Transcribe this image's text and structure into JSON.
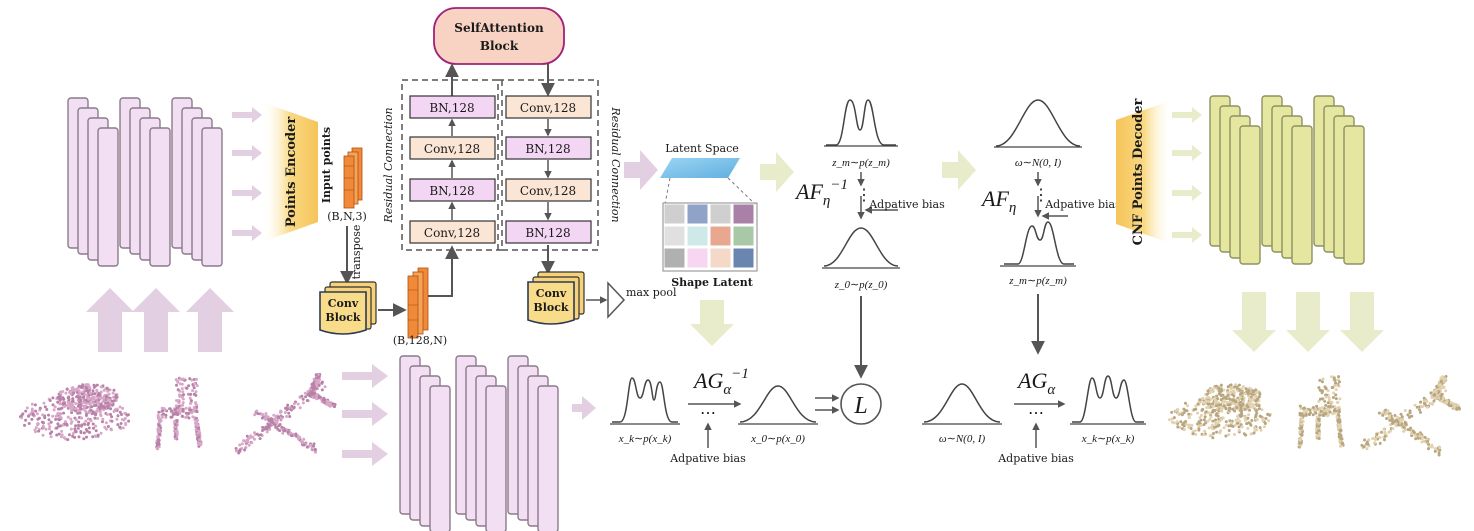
{
  "encoder_block": {
    "label": "Points Encoder"
  },
  "decoder_block": {
    "label": "CNF Points Decoder"
  },
  "input_points": {
    "title": "Input points",
    "shape": "(B,N,3)",
    "transpose": "transpose"
  },
  "conv_block_left": {
    "label_line1": "Conv",
    "label_line2": "Block",
    "shape": "(B,128,N)"
  },
  "conv_block_right": {
    "label_line1": "Conv",
    "label_line2": "Block",
    "pool": "max pool"
  },
  "self_attention": {
    "line1": "SelfAttention",
    "line2": "Block"
  },
  "residual_left": "Residual Connection",
  "residual_right": "Residual Connection",
  "left_stack": [
    "BN,128",
    "Conv,128",
    "BN,128",
    "Conv,128"
  ],
  "right_stack": [
    "Conv,128",
    "BN,128",
    "Conv,128",
    "BN,128"
  ],
  "latent": {
    "space_label": "Latent Space",
    "shape_label": "Shape Latent"
  },
  "flow_inverse": {
    "op": "AF",
    "sub": "η",
    "sup": "−1",
    "top_dist": "z_m∼p(z_m)",
    "bottom_dist": "z_0∼p(z_0)",
    "bias": "Adpative bias"
  },
  "flow_forward": {
    "op": "AF",
    "sub": "η",
    "top_dist": "ω∼N(0, I)",
    "bottom_dist": "z_m∼p(z_m)",
    "bias": "Adpative bias"
  },
  "ag_inverse": {
    "op": "AG",
    "sub": "α",
    "sup": "−1",
    "left_dist": "x_k∼p(x_k)",
    "right_dist": "x_0∼p(x_0)",
    "bias": "Adpative bias"
  },
  "ag_forward": {
    "op": "AG",
    "sub": "α",
    "left_dist": "ω∼N(0, I)",
    "right_dist": "x_k∼p(x_k)",
    "bias": "Adpative bias"
  },
  "loss": "L",
  "ellipsis": "⋯",
  "colors": {
    "purple_block": "#f3dff3",
    "purple_border": "#8a7a8a",
    "yellow_block": "#e5e6a0",
    "yellow_border": "#8f9160",
    "orange_grad": "#f6d27a",
    "attention_fill": "#f8d3c3",
    "attention_border": "#a0207a",
    "bn_fill": "#f3d6f3",
    "conv_fill": "#fbe6d6",
    "arrow_purple": "#e2cfe2",
    "arrow_yellow": "#e9eccb"
  },
  "icons": {
    "car_left": "car-point-cloud",
    "chair_left": "chair-point-cloud",
    "plane_left": "airplane-point-cloud",
    "car_right": "car-point-cloud",
    "chair_right": "chair-point-cloud",
    "plane_right": "airplane-point-cloud"
  }
}
